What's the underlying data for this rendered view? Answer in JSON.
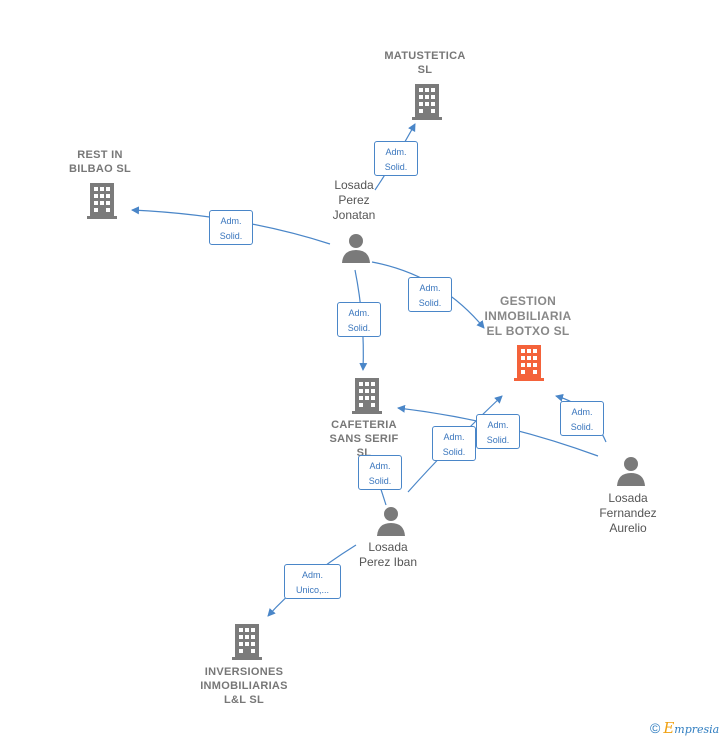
{
  "colors": {
    "company": "#7b7b7b",
    "focus": "#f4623a",
    "person": "#7a7a7a",
    "edge": "#4a86c8"
  },
  "companies": {
    "matustetica": "MATUSTETICA\nSL",
    "rest_in_bilbao": "REST IN\nBILBAO  SL",
    "gestion": "GESTION\nINMOBILIARIA\nEL BOTXO  SL",
    "cafeteria": "CAFETERIA\nSANS SERIF\nSL",
    "inversiones": "INVERSIONES\nINMOBILIARIAS\nL&L  SL"
  },
  "persons": {
    "jonatan": "Losada\nPerez\nJonatan",
    "iban": "Losada\nPerez Iban",
    "aurelio": "Losada\nFernandez\nAurelio"
  },
  "edges": {
    "adm_solid": "Adm.\nSolid.",
    "adm_unico": "Adm.\nUnico,..."
  },
  "brand": {
    "copyright": "©",
    "e": "E",
    "rest": "mpresia"
  }
}
